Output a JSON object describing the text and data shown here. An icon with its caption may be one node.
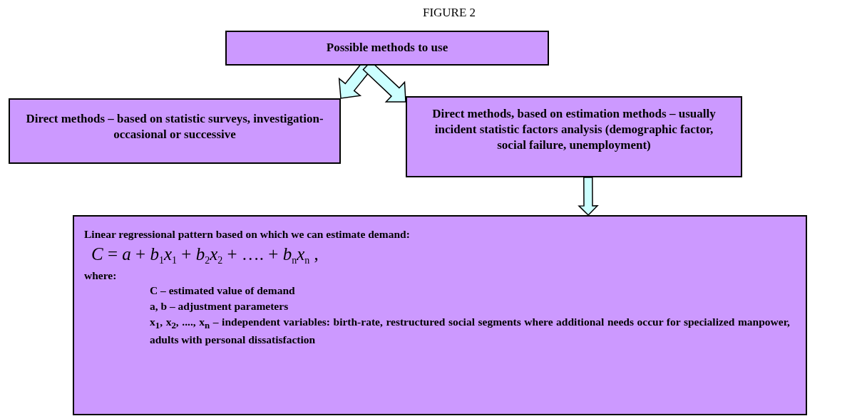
{
  "diagram": {
    "title": "FIGURE 2",
    "nodes": [
      {
        "text": [
          "Possible methods to use"
        ]
      },
      {
        "text": [
          "Direct methods – based on statistic surveys, investigation- occasional or successive"
        ]
      },
      {
        "text": [
          "Direct methods, based on estimation methods – usually incident statistic factors analysis (demographic factor, social failure, unemployment)"
        ]
      },
      {
        "text": [
          "Linear regressional pattern based on which we can estimate demand:",
          "*C* = *a* + *b*$_{1}$*x*$_{1}$ + *b*$_{2}$*x*$_{2}$ + …. + *b*$_{n}$*x*$_{n}$ ,",
          "where:",
          "C – estimated value of demand",
          "a, b – adjustment parameters",
          "x$_{1}$, x$_{2}$, ...., x$_{n}$ – independent variables: birth-rate, restructured social segments where additional needs occur for specialized manpower, adults with personal dissatisfaction"
        ]
      }
    ],
    "edges": [
      {
        "from": 0,
        "to": 1,
        "arrow": "to"
      },
      {
        "from": 0,
        "to": 2,
        "arrow": "to"
      },
      {
        "from": 2,
        "to": 3,
        "arrow": "to"
      }
    ]
  }
}
